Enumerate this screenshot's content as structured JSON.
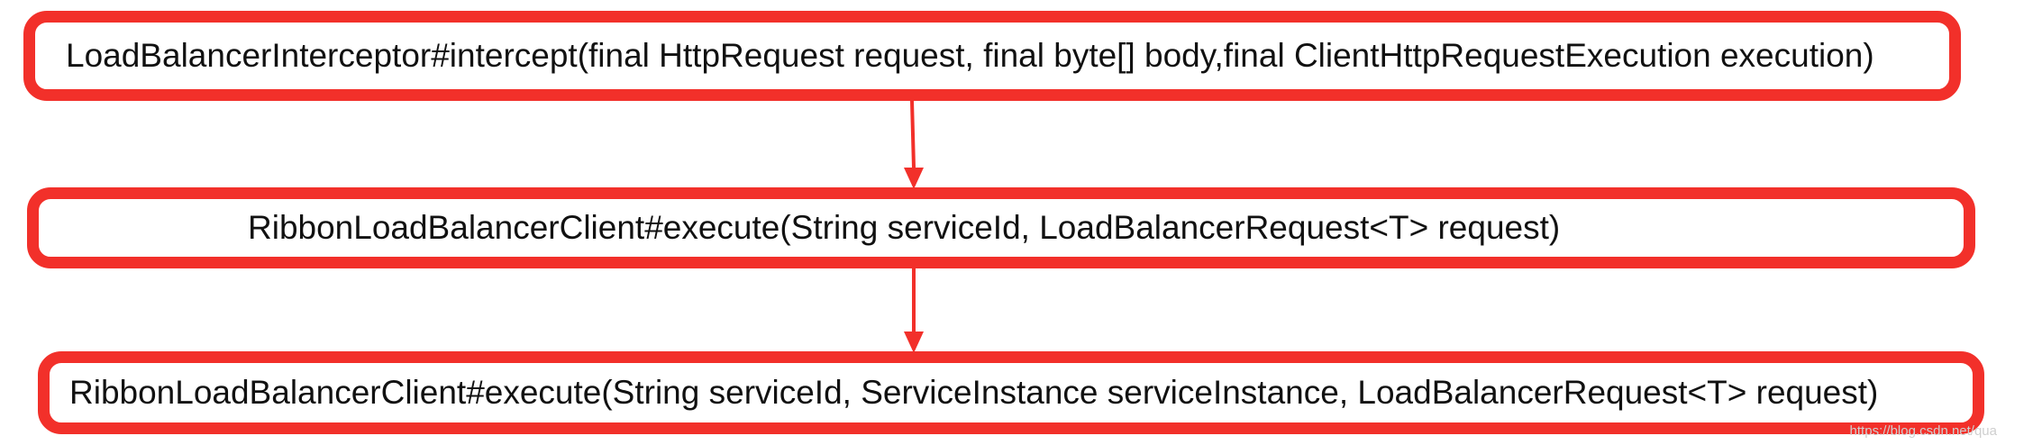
{
  "diagram": {
    "nodes": [
      {
        "id": "interceptor",
        "label": "LoadBalancerInterceptor#intercept(final HttpRequest request, final byte[] body,final ClientHttpRequestExecution execution)"
      },
      {
        "id": "execute-1",
        "label": "RibbonLoadBalancerClient#execute(String serviceId, LoadBalancerRequest<T> request)"
      },
      {
        "id": "execute-2",
        "label": "RibbonLoadBalancerClient#execute(String serviceId, ServiceInstance serviceInstance, LoadBalancerRequest<T> request)"
      }
    ],
    "edges": [
      {
        "from": "interceptor",
        "to": "execute-1"
      },
      {
        "from": "execute-1",
        "to": "execute-2"
      }
    ],
    "colors": {
      "accent": "#f2302a",
      "text": "#111111",
      "background": "#ffffff"
    },
    "watermark": "https://blog.csdn.net/qua"
  }
}
